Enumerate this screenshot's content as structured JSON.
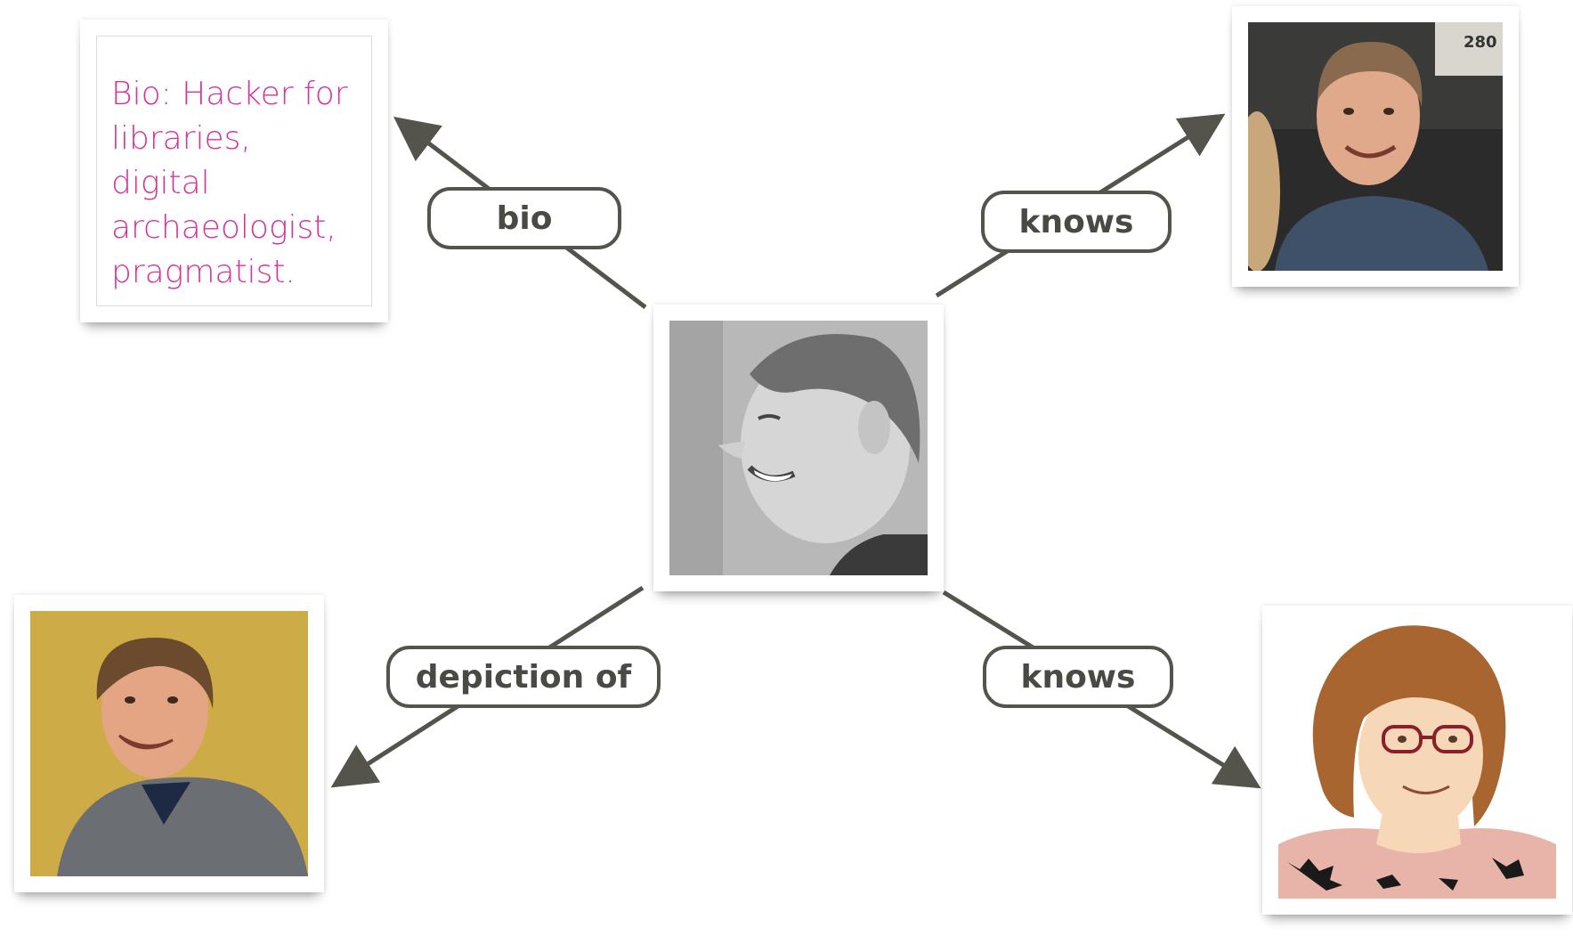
{
  "bio_card": {
    "text": "Bio: Hacker for libraries, digital archaeologist, pragmatist."
  },
  "edges": {
    "bio": "bio",
    "knows_top": "knows",
    "depiction": "depiction of",
    "knows_bottom": "knows"
  },
  "colors": {
    "edge_stroke": "#54544c",
    "bio_text": "#d6339b",
    "label_text": "#4a4a44"
  },
  "photos": {
    "center": "grayscale-portrait-smiling-man",
    "top_right": "portrait-man-short-hair",
    "bottom_left": "portrait-man-grey-sweater",
    "bottom_right": "cartoon-portrait-woman-glasses"
  }
}
